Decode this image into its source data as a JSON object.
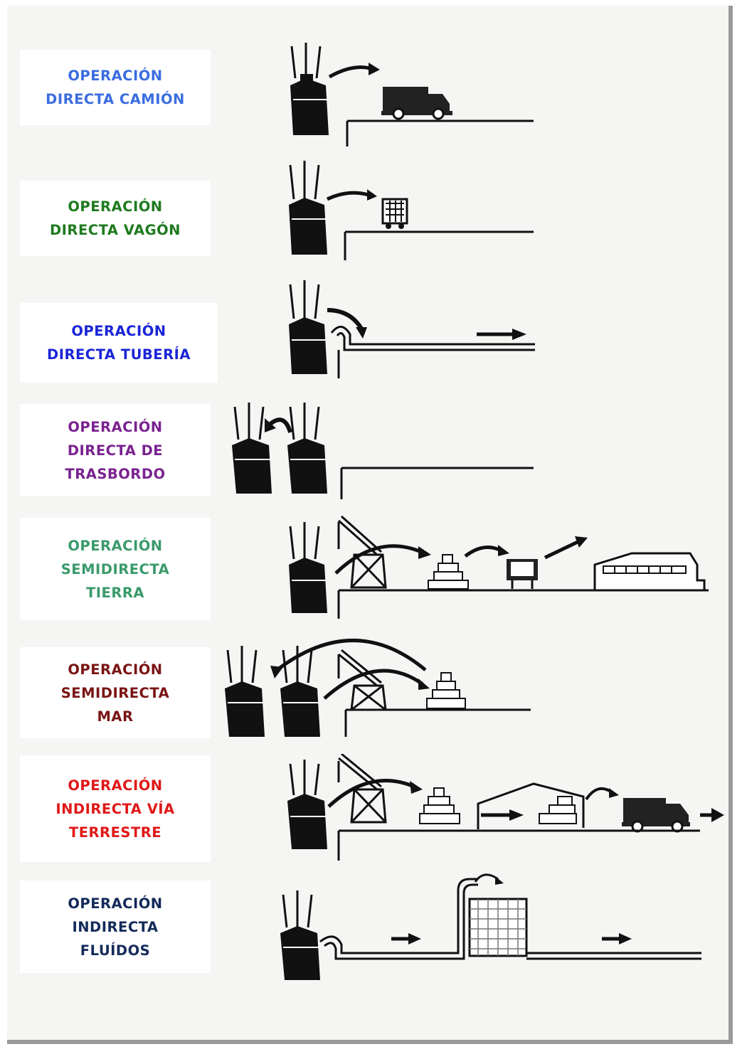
{
  "operations": [
    {
      "lines": [
        "OPERACIÓN",
        "DIRECTA CAMIÓN"
      ],
      "color": "#3b6de0"
    },
    {
      "lines": [
        "OPERACIÓN",
        "DIRECTA VAGÓN"
      ],
      "color": "#1e7a1e"
    },
    {
      "lines": [
        "OPERACIÓN",
        "DIRECTA TUBERÍA"
      ],
      "color": "#1a24d8"
    },
    {
      "lines": [
        "OPERACIÓN",
        "DIRECTA DE",
        "TRASBORDO"
      ],
      "color": "#7a2290"
    },
    {
      "lines": [
        "OPERACIÓN",
        "SEMIDIRECTA",
        "TIERRA"
      ],
      "color": "#3a9a6a"
    },
    {
      "lines": [
        "OPERACIÓN",
        "SEMIDIRECTA",
        "MAR"
      ],
      "color": "#7a1414"
    },
    {
      "lines": [
        "OPERACIÓN",
        "INDIRECTA VÍA",
        "TERRESTRE"
      ],
      "color": "#e01818"
    },
    {
      "lines": [
        "OPERACIÓN",
        "INDIRECTA",
        "FLUÍDOS"
      ],
      "color": "#142a5a"
    }
  ]
}
